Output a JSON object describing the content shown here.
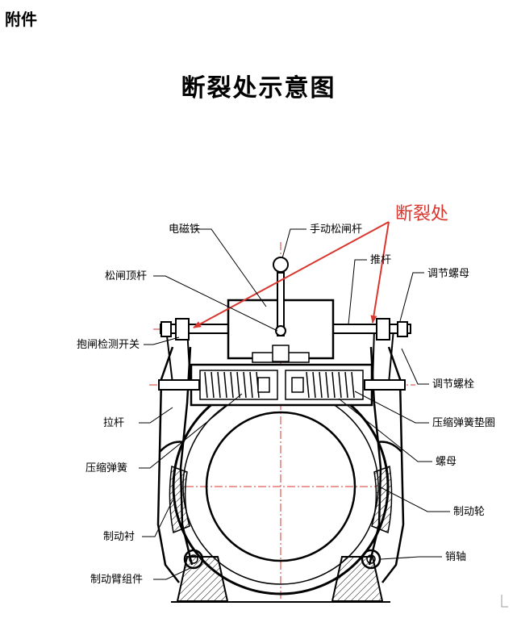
{
  "header": {
    "attachment": "附件"
  },
  "title": "断裂处示意图",
  "callout": {
    "label": "断裂处",
    "color": "#d9362e"
  },
  "labels": {
    "electromagnet": "电磁铁",
    "manual_release_lever": "手动松闸杆",
    "push_rod": "推杆",
    "adjusting_nut": "调节螺母",
    "release_top_rod": "松闸顶杆",
    "brake_detect_switch": "抱闸检测开关",
    "adjusting_bolt": "调节螺栓",
    "pull_rod": "拉杆",
    "compression_spring_washer": "压缩弹簧垫圈",
    "compression_spring": "压缩弹簧",
    "nut": "螺母",
    "brake_wheel": "制动轮",
    "brake_lining": "制动衬",
    "pin_shaft": "销轴",
    "brake_arm_assembly": "制动臂组件"
  }
}
